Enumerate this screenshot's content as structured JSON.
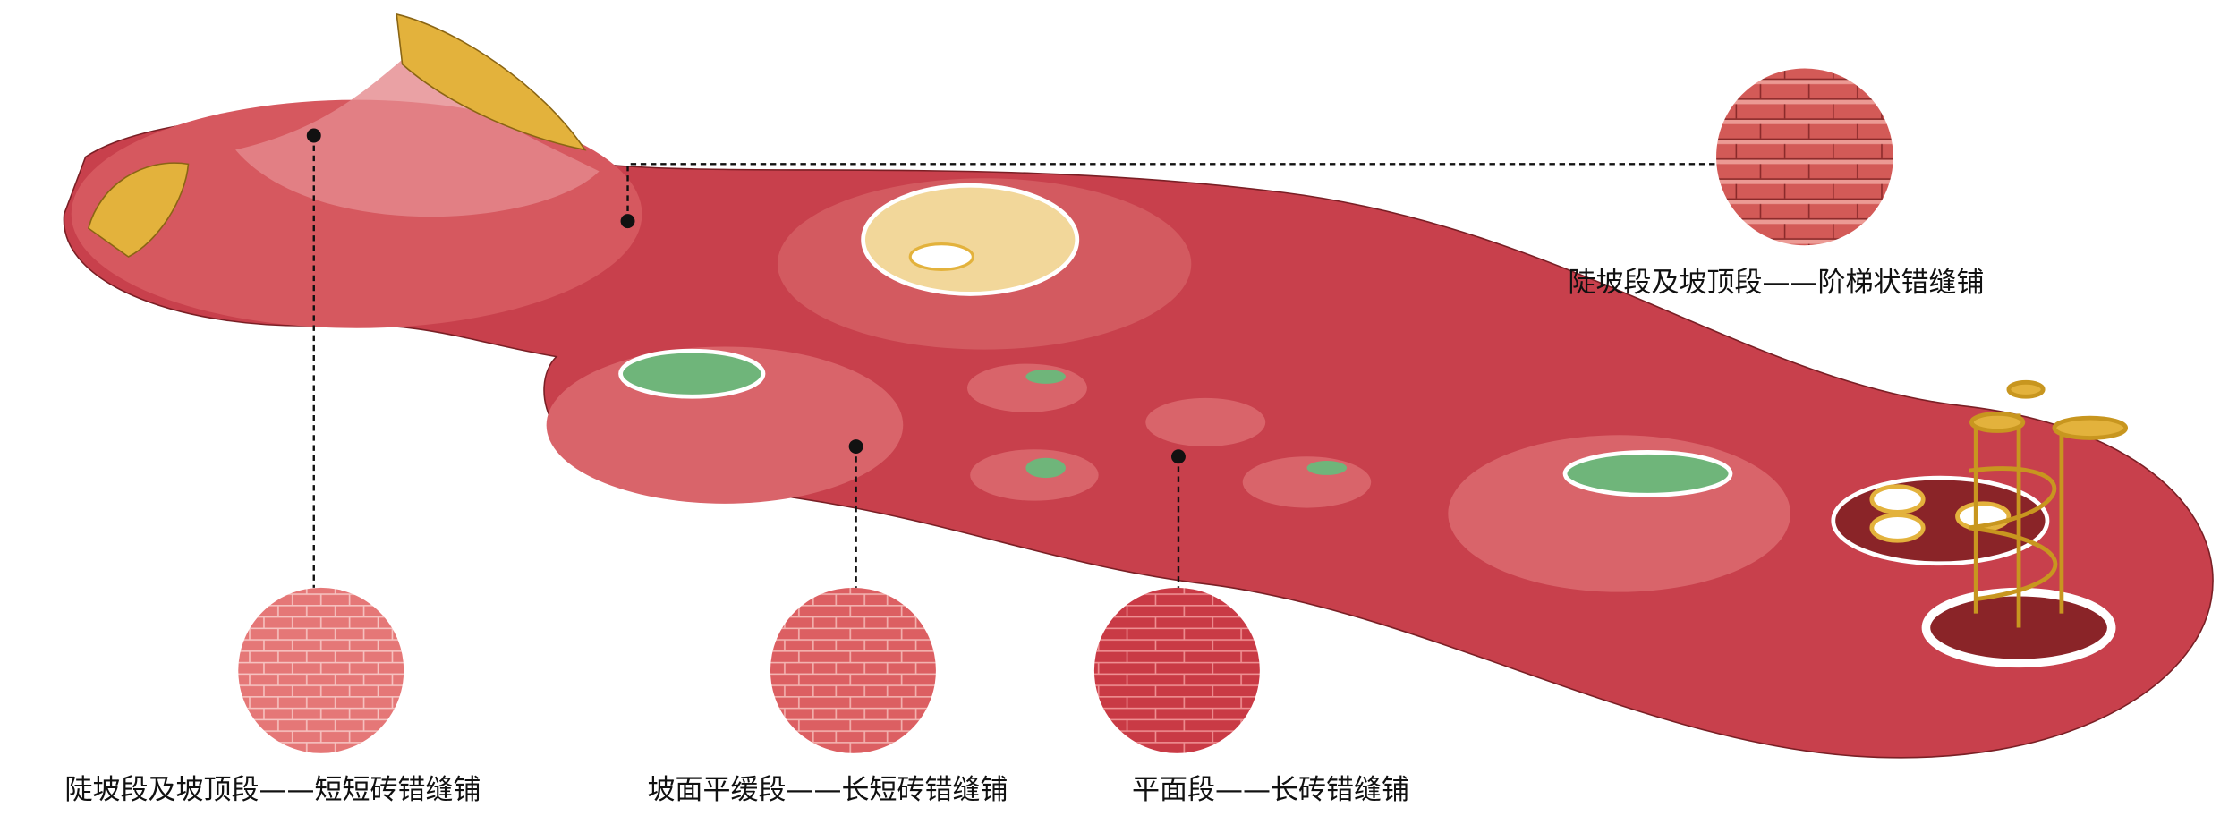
{
  "colors": {
    "ground": "#c8404c",
    "ground_light": "#e07a7e",
    "mound": "#d9646a",
    "green": "#6fb57a",
    "gold": "#e3b23c",
    "brick": "#d35a57"
  },
  "labels": {
    "top_right": "陡坡段及坡顶段——阶梯状错缝铺",
    "bottom_1": "陡坡段及坡顶段——短短砖错缝铺",
    "bottom_2": "坡面平缓段——长短砖错缝铺",
    "bottom_3": "平面段——长砖错缝铺"
  }
}
